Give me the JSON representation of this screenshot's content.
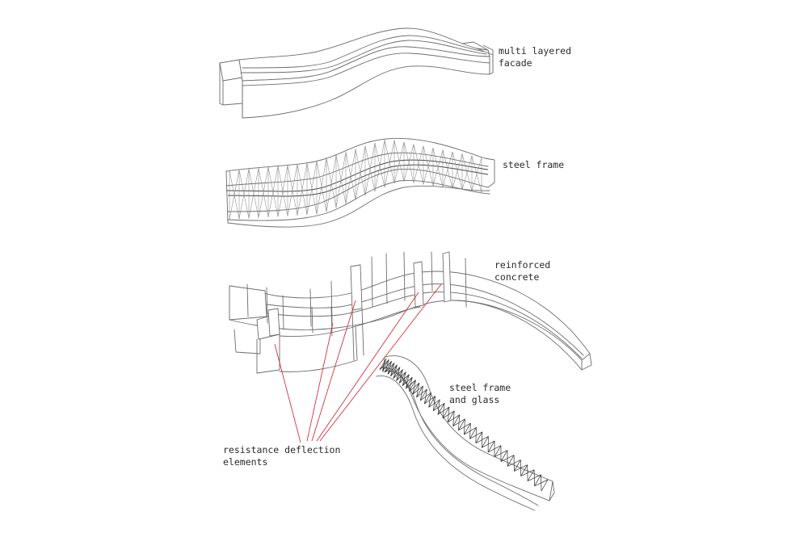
{
  "labels": {
    "facade_line1": "multi layered",
    "facade_line2": "facade",
    "steel_frame": "steel frame",
    "concrete_line1": "reinforced",
    "concrete_line2": "concrete",
    "glass_line1": "steel frame",
    "glass_line2": "and glass",
    "resistance_line1": "resistance deflection",
    "resistance_line2": "elements"
  },
  "colors": {
    "line": "#6d6d6d",
    "leader": "#d11a2a",
    "text": "#2a2a2a",
    "background": "#ffffff"
  }
}
